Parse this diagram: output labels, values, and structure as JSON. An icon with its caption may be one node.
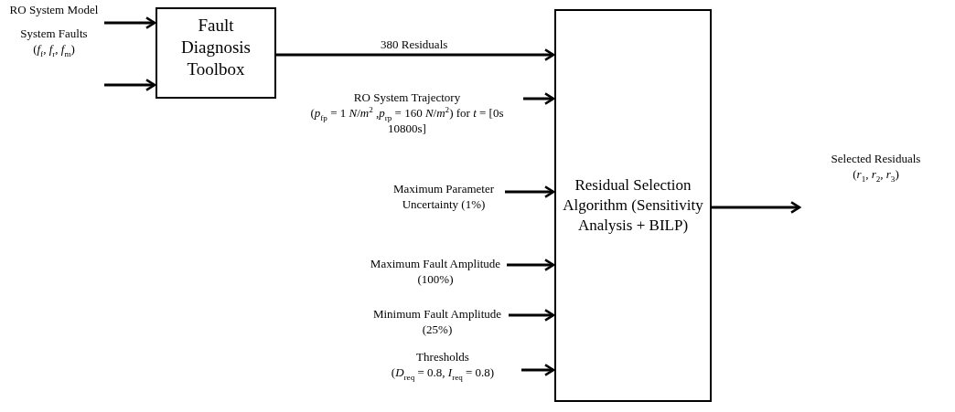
{
  "diagram": {
    "nodes": [
      {
        "text": [
          "RO System Model"
        ]
      },
      {
        "text": [
          "System Faults",
          "(*f*$_{f}$, *f*$_{r}$, *f*$_{m}$)"
        ]
      },
      {
        "text": [
          "Fault Diagnosis Toolbox"
        ]
      },
      {
        "text": [
          "Residual Selection Algorithm (Sensitivity Analysis + BILP)"
        ]
      },
      {
        "text": [
          "RO System Trajectory",
          "(*p*$_{fp}$ = 1 *N*/*m*$^{2}$ ,*p*$_{rp}$ = 160 *N*/*m*$^{2}$) for *t* = [0s 10800s]"
        ]
      },
      {
        "text": [
          "Maximum Parameter Uncertainty (1%)"
        ]
      },
      {
        "text": [
          "Maximum Fault Amplitude (100%)"
        ]
      },
      {
        "text": [
          "Minimum Fault Amplitude (25%)"
        ]
      },
      {
        "text": [
          "Thresholds",
          "(*D*$_{req}$ = 0.8,  *I*$_{req}$ = 0.8)"
        ]
      },
      {
        "text": [
          "Selected Residuals",
          "(*r*$_{1}$, *r*$_{2}$, *r*$_{3}$)"
        ]
      }
    ],
    "edges": [
      {
        "from": 0,
        "to": 2,
        "arrow": "to"
      },
      {
        "from": 1,
        "to": 2,
        "arrow": "to"
      },
      {
        "from": 2,
        "to": 3,
        "arrow": "to",
        "label": "380 Residuals"
      },
      {
        "from": 4,
        "to": 3,
        "arrow": "to"
      },
      {
        "from": 5,
        "to": 3,
        "arrow": "to"
      },
      {
        "from": 6,
        "to": 3,
        "arrow": "to"
      },
      {
        "from": 7,
        "to": 3,
        "arrow": "to"
      },
      {
        "from": 8,
        "to": 3,
        "arrow": "to"
      },
      {
        "from": 3,
        "to": 9,
        "arrow": "to"
      }
    ]
  }
}
